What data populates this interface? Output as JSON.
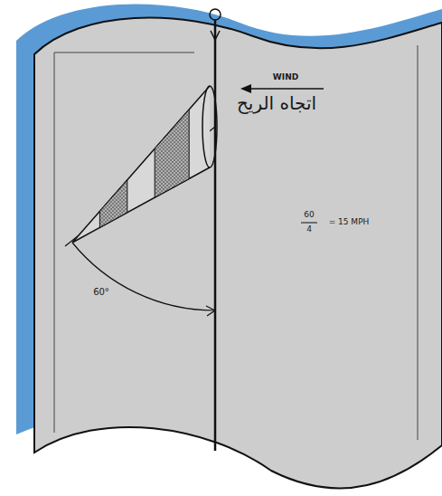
{
  "diagram": {
    "labels": [
      "WIND",
      "اتجاه الريح",
      "60°",
      "60",
      "4",
      "= 15 MPH"
    ]
  }
}
